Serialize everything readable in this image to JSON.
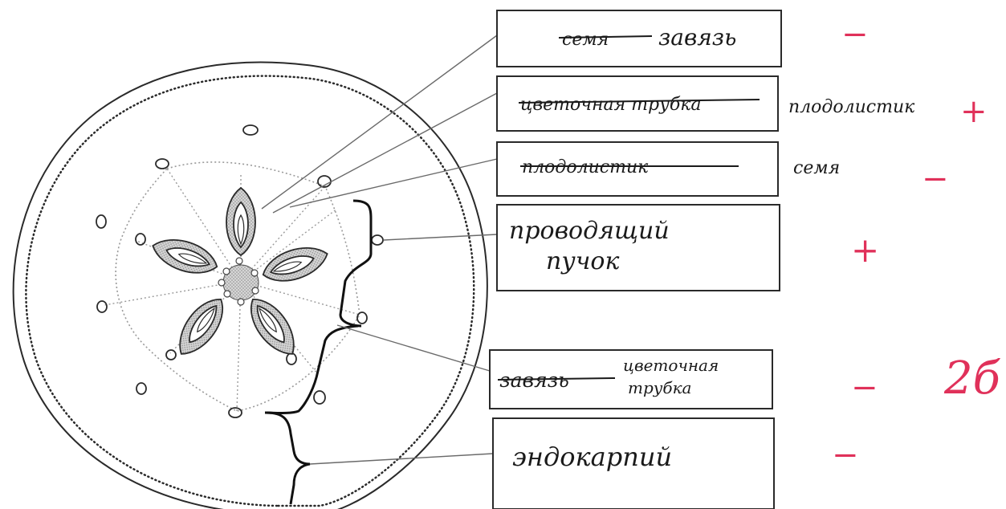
{
  "colors": {
    "ink": "#1a1a1a",
    "grader_ink": "#e0315a",
    "tissue_fill": "#cfcfcf"
  },
  "labels": [
    {
      "id": "label-1",
      "printed_answer": "семя",
      "handwritten_answer": "завязь",
      "outside_text": "",
      "mark": "−"
    },
    {
      "id": "label-2",
      "printed_answer": "цветочная трубка",
      "handwritten_answer": "",
      "outside_text": "плодолистик",
      "mark": "+"
    },
    {
      "id": "label-3",
      "printed_answer": "плодолистик",
      "handwritten_answer": "",
      "outside_text": "семя",
      "mark": "−"
    },
    {
      "id": "label-4",
      "printed_answer": "",
      "handwritten_answer": "проводящий пучок",
      "handwritten_lines": [
        "проводящий",
        "пучок"
      ],
      "outside_text": "",
      "mark": "+"
    },
    {
      "id": "label-5",
      "printed_answer": "завязь",
      "handwritten_answer": "цветочная трубка",
      "handwritten_lines": [
        "цветочная",
        "трубка"
      ],
      "outside_text": "",
      "mark": "−"
    },
    {
      "id": "label-6",
      "printed_answer": "",
      "handwritten_answer": "эндокарпий",
      "outside_text": "",
      "mark": "−"
    }
  ],
  "score": "2б"
}
